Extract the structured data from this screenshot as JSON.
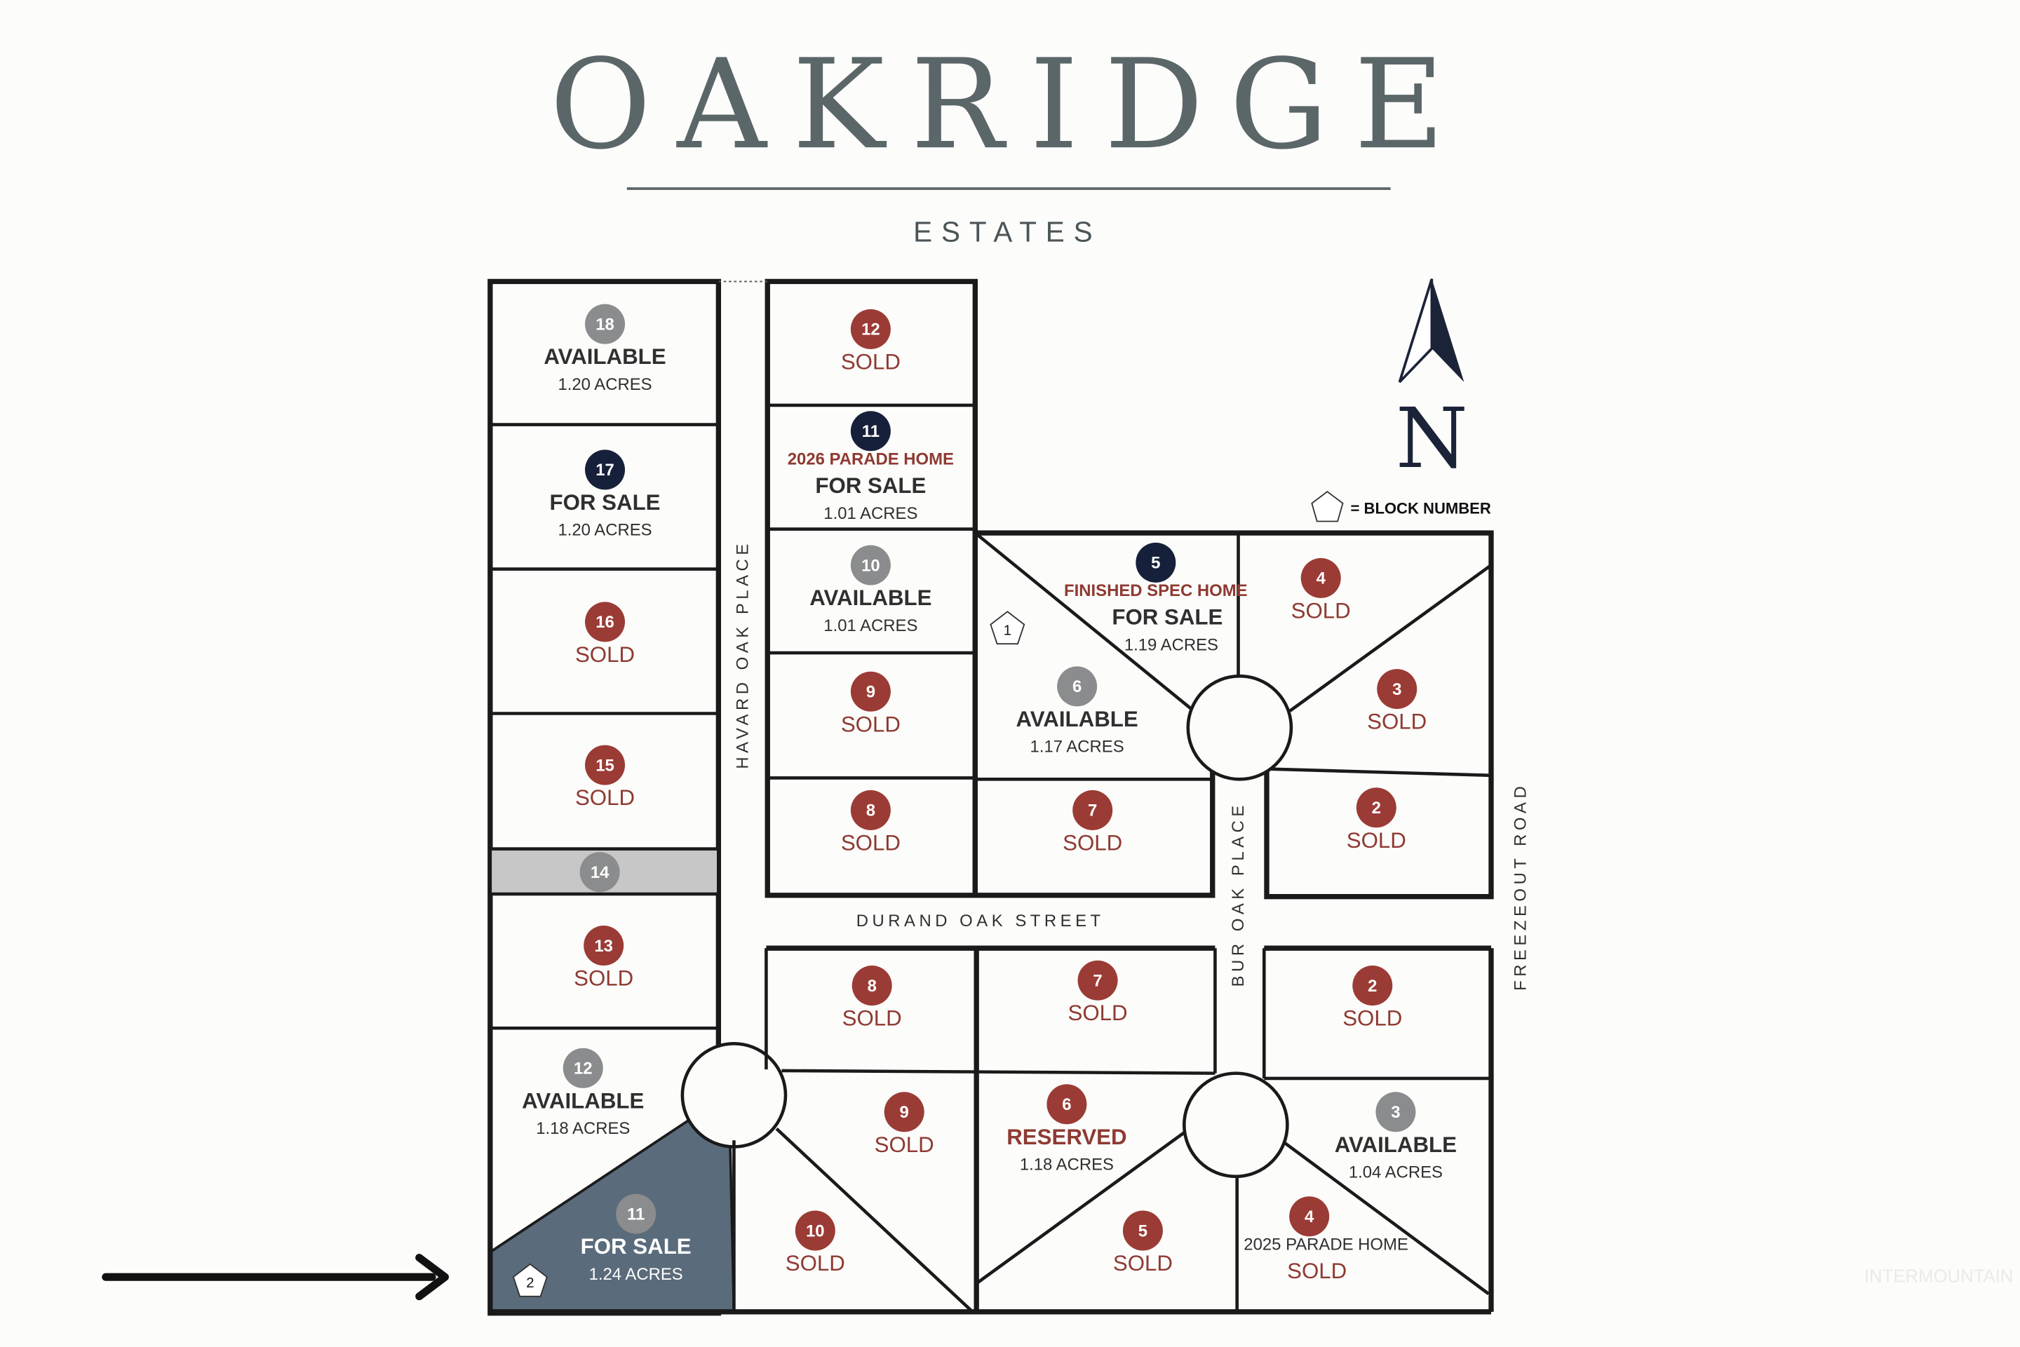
{
  "header": {
    "title": "OAKRIDGE",
    "subtitle": "ESTATES"
  },
  "compass": {
    "label": "N"
  },
  "legend": {
    "label": "= BLOCK NUMBER"
  },
  "streets": {
    "havard": "HAVARD OAK PLACE",
    "durand": "DURAND OAK STREET",
    "bur": "BUR OAK PLACE",
    "freezeout": "FREEZEOUT ROAD"
  },
  "blocks": {
    "block1": "1",
    "block2": "2"
  },
  "watermark": "INTERMOUNTAIN",
  "colors": {
    "sold": "#9b3b35",
    "available": "#8b8c8e",
    "for_sale": "#16203a",
    "highlight_lot": "#5a6b7b",
    "unplatted_lot": "#c7c7c7"
  },
  "lots": {
    "b2_18": {
      "num": "18",
      "status": "AVAILABLE",
      "acres": "1.20 ACRES"
    },
    "b2_17": {
      "num": "17",
      "status": "FOR SALE",
      "acres": "1.20 ACRES"
    },
    "b2_16": {
      "num": "16",
      "status": "SOLD"
    },
    "b2_15": {
      "num": "15",
      "status": "SOLD"
    },
    "b2_14": {
      "num": "14"
    },
    "b2_13": {
      "num": "13",
      "status": "SOLD"
    },
    "b2_12": {
      "num": "12",
      "status": "AVAILABLE",
      "acres": "1.18 ACRES"
    },
    "b2_11": {
      "num": "11",
      "status": "FOR SALE",
      "acres": "1.24 ACRES"
    },
    "b2_10": {
      "num": "10",
      "status": "SOLD"
    },
    "b2_9": {
      "num": "9",
      "status": "SOLD"
    },
    "b2_8": {
      "num": "8",
      "status": "SOLD"
    },
    "b2_7": {
      "num": "7",
      "status": "SOLD"
    },
    "b2_6": {
      "num": "6",
      "status": "RESERVED",
      "acres": "1.18 ACRES"
    },
    "b2_5": {
      "num": "5",
      "status": "SOLD"
    },
    "b2_4": {
      "num": "4",
      "note": "2025 PARADE HOME",
      "status": "SOLD"
    },
    "b2_3": {
      "num": "3",
      "status": "AVAILABLE",
      "acres": "1.04 ACRES"
    },
    "b2_2": {
      "num": "2",
      "status": "SOLD"
    },
    "b1_12": {
      "num": "12",
      "status": "SOLD"
    },
    "b1_11": {
      "num": "11",
      "note": "2026 PARADE HOME",
      "status": "FOR SALE",
      "acres": "1.01 ACRES"
    },
    "b1_10": {
      "num": "10",
      "status": "AVAILABLE",
      "acres": "1.01 ACRES"
    },
    "b1_9": {
      "num": "9",
      "status": "SOLD"
    },
    "b1_8": {
      "num": "8",
      "status": "SOLD"
    },
    "b1_7": {
      "num": "7",
      "status": "SOLD"
    },
    "b1_6": {
      "num": "6",
      "status": "AVAILABLE",
      "acres": "1.17 ACRES"
    },
    "b1_5": {
      "num": "5",
      "note": "FINISHED SPEC HOME",
      "status": "FOR SALE",
      "acres": "1.19 ACRES"
    },
    "b1_4": {
      "num": "4",
      "status": "SOLD"
    },
    "b1_3": {
      "num": "3",
      "status": "SOLD"
    },
    "b1_2": {
      "num": "2",
      "status": "SOLD"
    }
  }
}
